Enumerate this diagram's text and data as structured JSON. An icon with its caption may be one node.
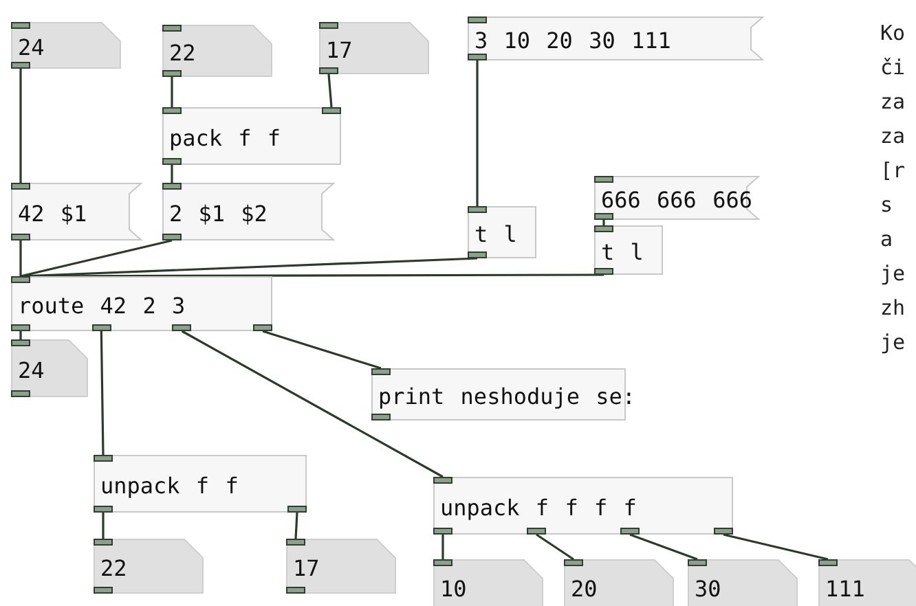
{
  "diagram": {
    "nodes": [
      {
        "text": [
          "24"
        ]
      },
      {
        "text": [
          "22"
        ]
      },
      {
        "text": [
          "17"
        ]
      },
      {
        "text": [
          "3 10 20 30 111"
        ]
      },
      {
        "text": [
          "pack f f"
        ]
      },
      {
        "text": [
          "666 666 666"
        ]
      },
      {
        "text": [
          "42 $1"
        ]
      },
      {
        "text": [
          "2 $1 $2"
        ]
      },
      {
        "text": [
          "t l"
        ]
      },
      {
        "text": [
          "t l"
        ]
      },
      {
        "text": [
          "route 42 2 3"
        ]
      },
      {
        "text": [
          "24"
        ]
      },
      {
        "text": [
          "print neshoduje se:"
        ]
      },
      {
        "text": [
          "unpack f f"
        ]
      },
      {
        "text": [
          "22"
        ]
      },
      {
        "text": [
          "17"
        ]
      },
      {
        "text": [
          "unpack f f f f"
        ]
      },
      {
        "text": [
          "10"
        ]
      },
      {
        "text": [
          "20"
        ]
      },
      {
        "text": [
          "30"
        ]
      },
      {
        "text": [
          "111"
        ]
      }
    ],
    "edges": [
      {
        "from": 0,
        "to": 6,
        "arrow": "none"
      },
      {
        "from": 1,
        "to": 4,
        "arrow": "none"
      },
      {
        "from": 2,
        "to": 4,
        "arrow": "none"
      },
      {
        "from": 4,
        "to": 7,
        "arrow": "none"
      },
      {
        "from": 3,
        "to": 8,
        "arrow": "none"
      },
      {
        "from": 5,
        "to": 9,
        "arrow": "none"
      },
      {
        "from": 6,
        "to": 10,
        "arrow": "none"
      },
      {
        "from": 7,
        "to": 10,
        "arrow": "none"
      },
      {
        "from": 8,
        "to": 10,
        "arrow": "none"
      },
      {
        "from": 9,
        "to": 10,
        "arrow": "none"
      },
      {
        "from": 10,
        "to": 11,
        "arrow": "none"
      },
      {
        "from": 10,
        "to": 13,
        "arrow": "none"
      },
      {
        "from": 10,
        "to": 16,
        "arrow": "none"
      },
      {
        "from": 10,
        "to": 12,
        "arrow": "none"
      },
      {
        "from": 13,
        "to": 14,
        "arrow": "none"
      },
      {
        "from": 13,
        "to": 15,
        "arrow": "none"
      },
      {
        "from": 16,
        "to": 17,
        "arrow": "none"
      },
      {
        "from": 16,
        "to": 18,
        "arrow": "none"
      },
      {
        "from": 16,
        "to": 19,
        "arrow": "none"
      },
      {
        "from": 16,
        "to": 20,
        "arrow": "none"
      }
    ],
    "labels": [
      "Ko či za za [r s a je zh je"
    ]
  }
}
